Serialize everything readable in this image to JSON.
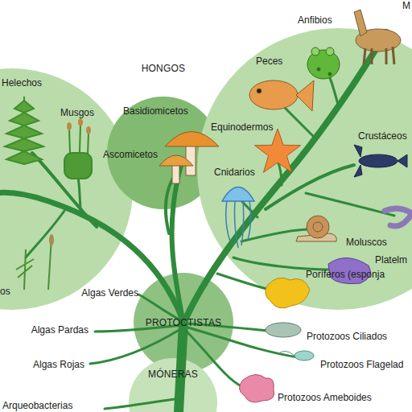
{
  "diagram": {
    "nodes": [
      {
        "text": [
          "Helechos",
          "Musgos",
          "os"
        ]
      },
      {
        "text": [
          "HONGOS",
          "Basidiomicetos",
          "Ascomicetos"
        ]
      },
      {
        "text": [
          "M",
          "Anfibios",
          "Peces",
          "Equinodermos",
          "Cnidarios",
          "Crustáceos",
          "Moluscos",
          "Platelm",
          "Poríferos (esponja"
        ]
      },
      {
        "text": [
          "PROTOCTISTAS"
        ]
      },
      {
        "text": [
          "MÓNERAS"
        ]
      }
    ],
    "labels": [
      "Algas Verdes",
      "Algas Pardas",
      "Algas Rojas",
      "Protozoos Ciliados",
      "Protozoos Flagelad",
      "Protozoos Ameboides",
      "Arqueobacterias"
    ]
  }
}
